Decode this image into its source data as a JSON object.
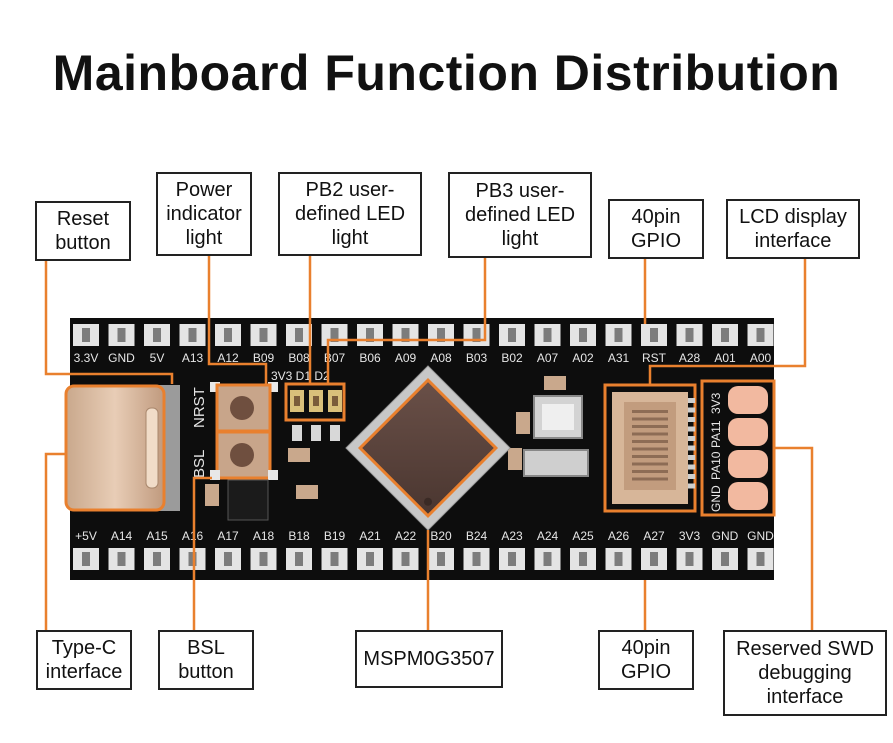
{
  "title": "Mainboard Function Distribution",
  "callouts": {
    "reset": "Reset\nbutton",
    "power": "Power\nindicator\nlight",
    "pb2": "PB2 user-\ndefined LED\nlight",
    "pb3": "PB3 user-\ndefined LED\nlight",
    "gpio_top": "40pin\nGPIO",
    "lcd": "LCD display\ninterface",
    "typec": "Type-C\ninterface",
    "bsl": "BSL\nbutton",
    "mcu": "MSPM0G3507",
    "gpio_bottom": "40pin\nGPIO",
    "swd": "Reserved SWD\ndebugging\ninterface"
  },
  "top_pins": [
    "3.3V",
    "GND",
    "5V",
    "A13",
    "A12",
    "B09",
    "B08",
    "B07",
    "B06",
    "A09",
    "A08",
    "B03",
    "B02",
    "A07",
    "A02",
    "A31",
    "RST",
    "A28",
    "A01",
    "A00"
  ],
  "bottom_pins": [
    "+5V",
    "A14",
    "A15",
    "A16",
    "A17",
    "A18",
    "B18",
    "B19",
    "A21",
    "A22",
    "B20",
    "B24",
    "A23",
    "A24",
    "A25",
    "A26",
    "A27",
    "3V3",
    "GND",
    "GND"
  ],
  "silkscreen": {
    "nrst": "NRST",
    "bsl": "BSL",
    "led_labels": "3V3 D1 D2",
    "swd_pins": [
      "3V3",
      "PA11",
      "PA10",
      "GND"
    ]
  },
  "colors": {
    "highlight": "#e9802e",
    "board": "#0d0d0d",
    "text": "#111111"
  }
}
